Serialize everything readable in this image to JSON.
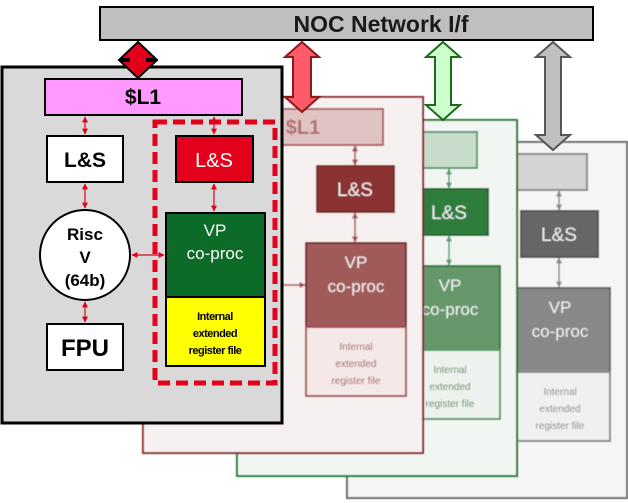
{
  "noc": {
    "label": "NOC Network I/f"
  },
  "core": {
    "cache_label": "$L1",
    "load_store_label": "L&S",
    "riscv_lines": [
      "Risc",
      "V",
      "(64b)"
    ],
    "fpu_label": "FPU",
    "vp_load_store_label": "L&S",
    "vp_lines": [
      "VP",
      "co-proc"
    ],
    "regfile_lines": [
      "Internal",
      "extended",
      "register file"
    ]
  },
  "colors": {
    "core_panel": "#d9d9d9",
    "noc_bar": "#bfbfbf",
    "cache": "#ff99ff",
    "vp_load_store": "#e2001a",
    "vp_coproc": "#0d6b28",
    "regfile": "#ffff00",
    "dashed_border": "#e2001a",
    "replica_red": "#8b2a2a",
    "replica_green": "#1f7a2f",
    "replica_gray": "#666666"
  }
}
